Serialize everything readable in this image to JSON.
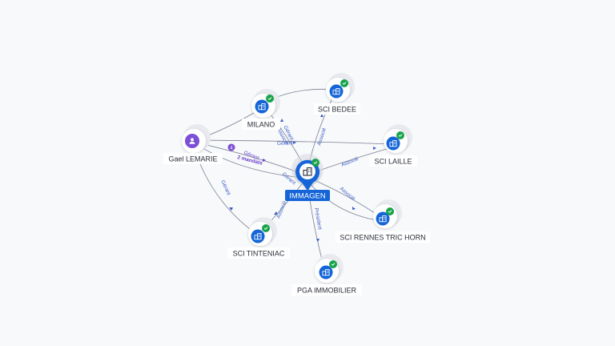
{
  "colors": {
    "background": "#f8f9fb",
    "company_icon": "#1565d8",
    "person_icon": "#7b4fd6",
    "verified_badge": "#17a34a",
    "edge": "#7a8094",
    "edge_label": "#3d5fc4",
    "edge_label_person": "#6a3fc8",
    "center_label_bg": "#1565d8"
  },
  "center": {
    "name": "IMMAGEN",
    "icon": "building-icon",
    "badge": "check-icon"
  },
  "nodes": [
    {
      "id": "sci-bedee",
      "name": "SCI BEDEE",
      "type": "company",
      "icon": "building-icon",
      "badge": "check-icon"
    },
    {
      "id": "milano",
      "name": "MILANO",
      "type": "company",
      "icon": "building-icon",
      "badge": "check-icon"
    },
    {
      "id": "gael-lemarie",
      "name": "Gael LEMARIE",
      "type": "person",
      "icon": "person-icon",
      "badge_count": "4"
    },
    {
      "id": "sci-laille",
      "name": "SCI LAILLE",
      "type": "company",
      "icon": "building-icon",
      "badge": "check-icon"
    },
    {
      "id": "sci-rennes",
      "name": "SCI RENNES TRIC HORN",
      "type": "company",
      "icon": "building-icon",
      "badge": "check-icon"
    },
    {
      "id": "sci-tinteniac",
      "name": "SCI TINTENIAC",
      "type": "company",
      "icon": "building-icon",
      "badge": "check-icon"
    },
    {
      "id": "pga-immobilier",
      "name": "PGA IMMOBILIER",
      "type": "company",
      "icon": "building-icon",
      "badge": "check-icon"
    }
  ],
  "edges": [
    {
      "from": "immagen",
      "to": "sci-bedee",
      "labels": [
        "Associé"
      ]
    },
    {
      "from": "immagen",
      "to": "milano",
      "labels": [
        "Gérant",
        "Associé"
      ]
    },
    {
      "from": "immagen",
      "to": "sci-laille",
      "labels": [
        "Associé"
      ]
    },
    {
      "from": "immagen",
      "to": "sci-rennes",
      "labels": [
        "Associé"
      ]
    },
    {
      "from": "immagen",
      "to": "sci-tinteniac",
      "labels": [
        "Associé"
      ]
    },
    {
      "from": "immagen",
      "to": "pga-immobilier",
      "labels": [
        "Président"
      ]
    },
    {
      "from": "gael-lemarie",
      "to": "immagen",
      "labels": [
        "Gérant",
        "2 mandats"
      ]
    },
    {
      "from": "gael-lemarie",
      "to": "sci-laille",
      "labels": [
        "Gérant"
      ]
    },
    {
      "from": "gael-lemarie",
      "to": "sci-tinteniac",
      "labels": [
        "Gérant"
      ]
    },
    {
      "from": "gael-lemarie",
      "to": "milano",
      "labels": []
    },
    {
      "from": "milano",
      "to": "sci-bedee",
      "labels": []
    },
    {
      "from": "immagen",
      "to": "sci-rennes",
      "labels": []
    },
    {
      "from": "immagen",
      "to": "gael-lemarie",
      "labels": [
        "Gérant"
      ]
    }
  ]
}
